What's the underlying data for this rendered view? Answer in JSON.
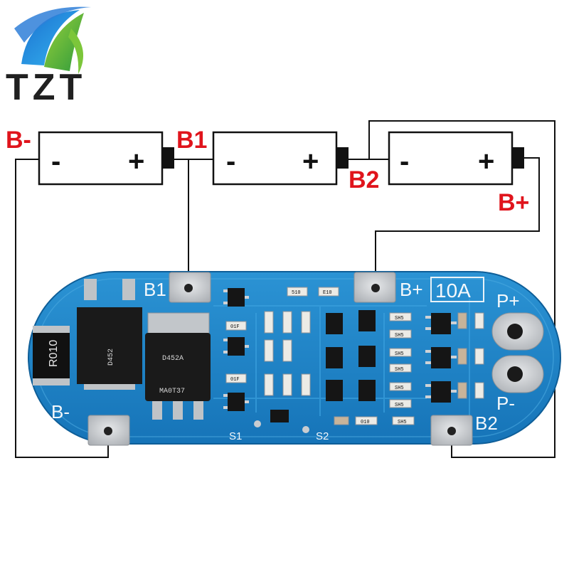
{
  "logo": {
    "text": "TZT"
  },
  "labels": {
    "b_minus": "B-",
    "b1": "B1",
    "b2": "B2",
    "b_plus": "B+"
  },
  "batteries": [
    {
      "minus": "-",
      "plus": "+"
    },
    {
      "minus": "-",
      "plus": "+"
    },
    {
      "minus": "-",
      "plus": "+"
    }
  ],
  "board": {
    "pad_b1": "B1",
    "pad_b_plus": "B+",
    "current_rating": "10A",
    "p_plus": "P+",
    "p_minus": "P-",
    "pad_b_minus": "B-",
    "pad_b2": "B2",
    "s1": "S1",
    "s2": "S2",
    "shunt": "R010",
    "mosfet_1": "D452",
    "mosfet_2": "D452A",
    "mosfet_2_code": "MA0T37",
    "res_codes": [
      "01F",
      "510",
      "E10",
      "SH5",
      "010"
    ]
  },
  "colors": {
    "board": "#1e86c8",
    "board_edge": "#4aa8e0",
    "pad": "#c9ccd0",
    "label_red": "#e0141c",
    "wire": "#111111"
  }
}
